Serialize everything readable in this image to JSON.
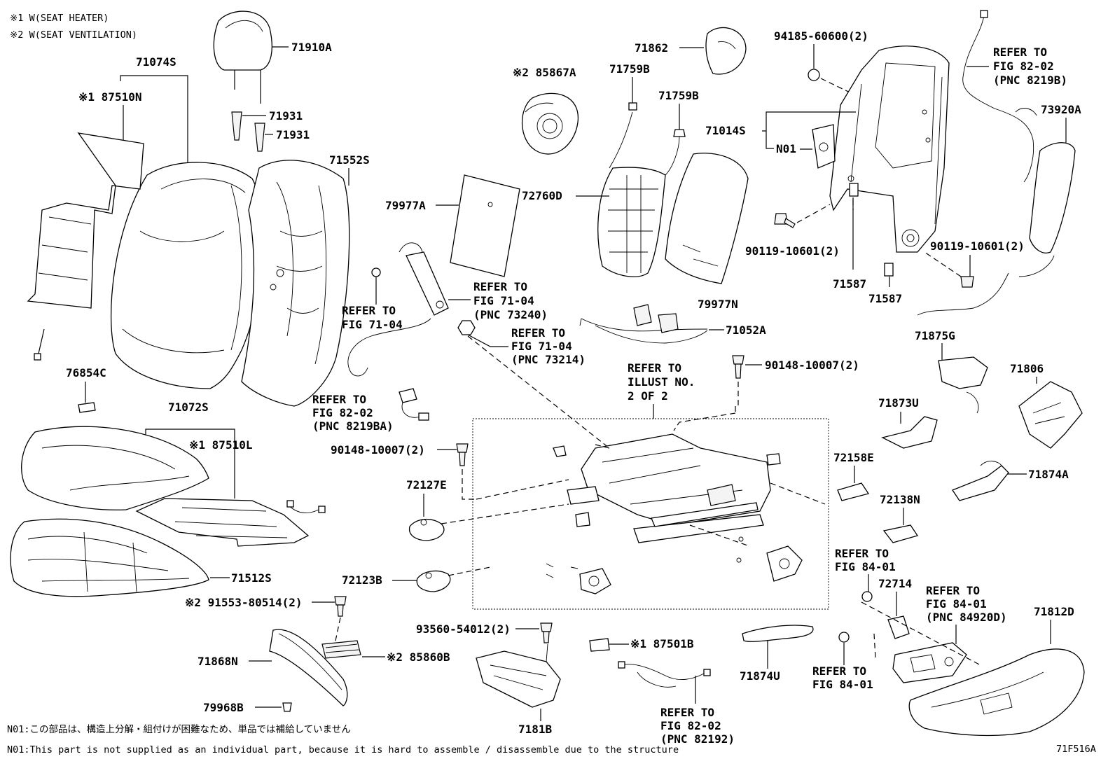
{
  "legend": {
    "note1": "※1 W(SEAT HEATER)",
    "note2": "※2 W(SEAT VENTILATION)"
  },
  "parts": {
    "p71910A": "71910A",
    "p71074S": "71074S",
    "p87510N": "※1 87510N",
    "p71931a": "71931",
    "p71931b": "71931",
    "p71552S": "71552S",
    "p85867A": "※2 85867A",
    "p71862": "71862",
    "p71759Ba": "71759B",
    "p71759Bb": "71759B",
    "p94185": "94185-60600(2)",
    "p71014S": "71014S",
    "pN01": "N01",
    "p73920A": "73920A",
    "p79977A": "79977A",
    "p72760D": "72760D",
    "p90119a": "90119-10601(2)",
    "p90119b": "90119-10601(2)",
    "p71587a": "71587",
    "p71587b": "71587",
    "p79977N": "79977N",
    "p71052A": "71052A",
    "p76854C": "76854C",
    "p90148a": "90148-10007(2)",
    "p71875G": "71875G",
    "p71806": "71806",
    "p71072S": "71072S",
    "p87510L": "※1 87510L",
    "p90148b": "90148-10007(2)",
    "p71873U": "71873U",
    "p72158E": "72158E",
    "p71874A": "71874A",
    "p72127E": "72127E",
    "p72138N": "72138N",
    "p72123B": "72123B",
    "p71512S": "71512S",
    "p72714": "72714",
    "p91553": "※2 91553-80514(2)",
    "p71812D": "71812D",
    "p93560": "93560-54012(2)",
    "p87501B": "※1 87501B",
    "p85860B": "※2 85860B",
    "p71868N": "71868N",
    "p71874U": "71874U",
    "p79968B": "79968B",
    "p7181B": "7181B"
  },
  "refs": {
    "r1": [
      "REFER TO",
      "FIG 82-02",
      "(PNC 8219B)"
    ],
    "r2": [
      "REFER TO",
      "FIG 71-04",
      "(PNC 73240)"
    ],
    "r3": [
      "REFER TO",
      "FIG 71-04"
    ],
    "r4": [
      "REFER TO",
      "FIG 71-04",
      "(PNC 73214)"
    ],
    "r5": [
      "REFER TO",
      "ILLUST NO.",
      "2 OF 2"
    ],
    "r6": [
      "REFER TO",
      "FIG 82-02",
      "(PNC 8219BA)"
    ],
    "r7": [
      "REFER TO",
      "FIG 84-01"
    ],
    "r8": [
      "REFER TO",
      "FIG 84-01",
      "(PNC 84920D)"
    ],
    "r9": [
      "REFER TO",
      "FIG 84-01"
    ],
    "r10": [
      "REFER TO",
      "FIG 82-02",
      "(PNC 82192)"
    ]
  },
  "footer": {
    "note_jp": "N01:この部品は、構造上分解・組付けが困難なため、単品では補給していません",
    "note_en": "N01:This part is not supplied as an individual part, because it is hard to assemble / disassemble due to the structure",
    "code": "71F516A"
  }
}
